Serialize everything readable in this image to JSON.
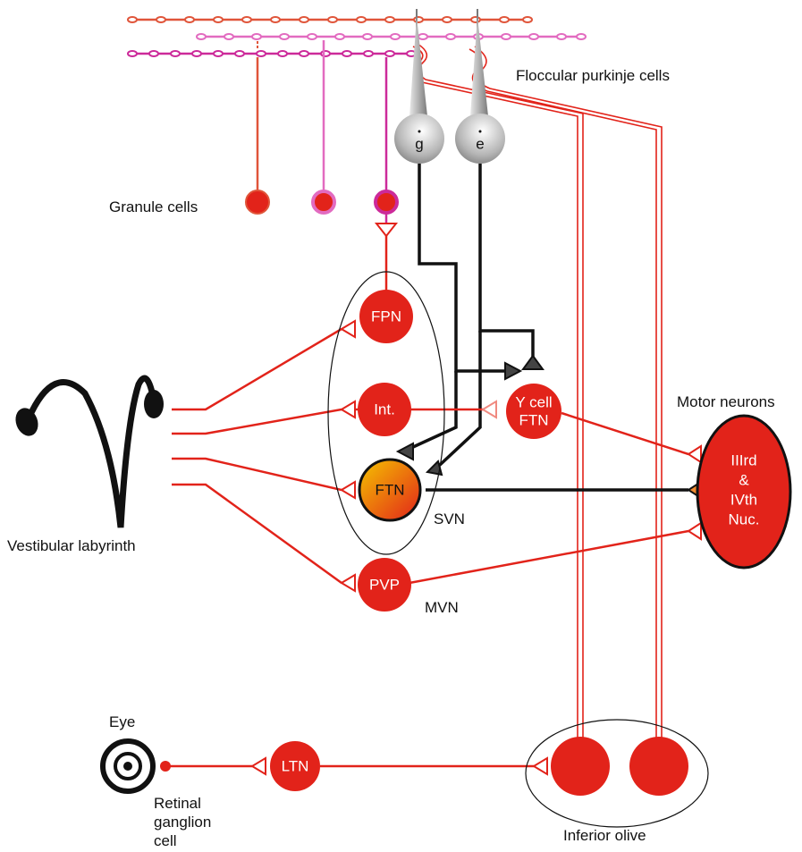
{
  "labels": {
    "floccular_purkinje_cells": "Floccular purkinje cells",
    "granule_cells": "Granule cells",
    "vestibular_labyrinth": "Vestibular labyrinth",
    "motor_neurons": "Motor neurons",
    "svn": "SVN",
    "mvn": "MVN",
    "eye": "Eye",
    "retinal_ganglion_1": "Retinal",
    "retinal_ganglion_2": "ganglion",
    "retinal_ganglion_3": "cell",
    "inferior_olive": "Inferior olive"
  },
  "nodes": {
    "purkinje_g": "g",
    "purkinje_e": "e",
    "fpn": "FPN",
    "int": "Int.",
    "ycell_1": "Y cell",
    "ycell_2": "FTN",
    "ftn": "FTN",
    "pvp": "PVP",
    "ltn": "LTN",
    "motor_1": "IIIrd",
    "motor_2": "&",
    "motor_3": "IVth",
    "motor_4": "Nuc."
  },
  "colors": {
    "red": "#e2231a",
    "dark_red": "#d01c14",
    "orange_fiber": "#e0553a",
    "pink_fiber": "#e26bc0",
    "magenta_fiber": "#cc2a9a",
    "black": "#111111",
    "purkinje_gray": "#8c8c8c",
    "ftn_gradient_top": "#f5c400",
    "ftn_gradient_bottom": "#e2231a",
    "synapse_dark": "#444444",
    "synapse_orange": "#f08a30"
  },
  "icons": {
    "labyrinth": "vestibular-labyrinth-icon",
    "eye": "eye-icon"
  }
}
